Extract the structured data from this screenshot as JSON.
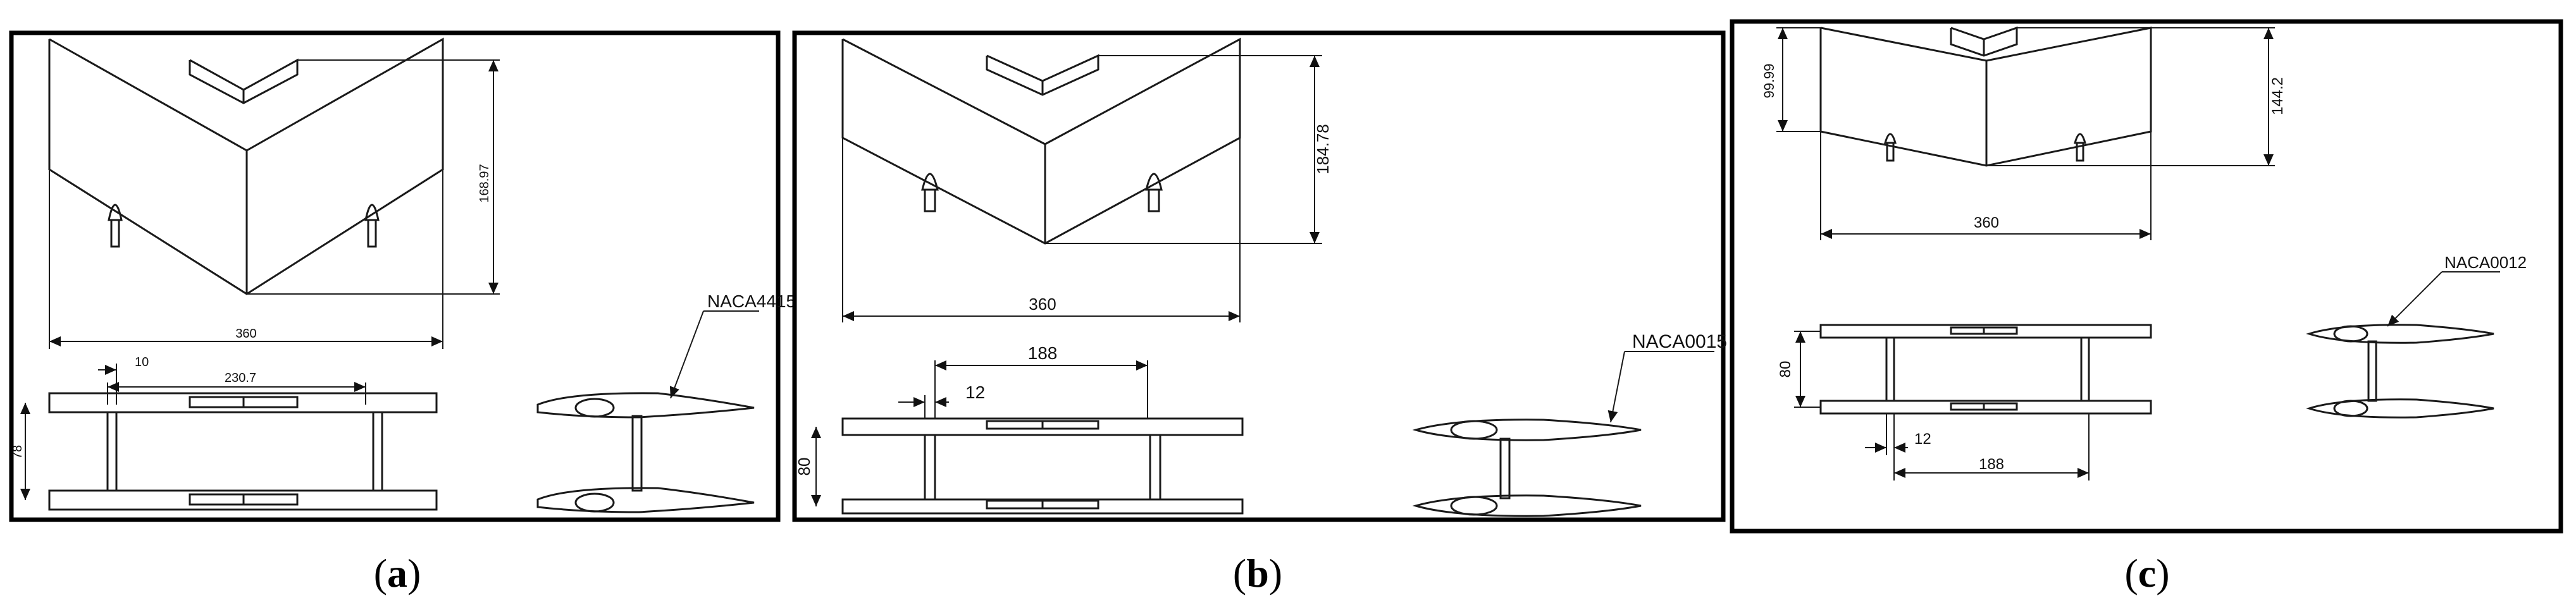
{
  "panels": [
    {
      "id": "a",
      "caption_letter": "a",
      "dims": {
        "span": "360",
        "chord": "168.97",
        "top_span": "230.7",
        "small": "10",
        "height": "78"
      },
      "airfoil": "NACA4415"
    },
    {
      "id": "b",
      "caption_letter": "b",
      "dims": {
        "span": "360",
        "chord": "184.78",
        "top_span": "188",
        "small": "12",
        "height": "80"
      },
      "airfoil": "NACA0015"
    },
    {
      "id": "c",
      "caption_letter": "c",
      "dims": {
        "span": "360",
        "chord": "144.2",
        "tip": "99.99",
        "top_span": "188",
        "small": "12",
        "height": "80"
      },
      "airfoil": "NACA0012"
    }
  ],
  "colors": {
    "line": "#1a1a1a",
    "frame": "#000000"
  }
}
